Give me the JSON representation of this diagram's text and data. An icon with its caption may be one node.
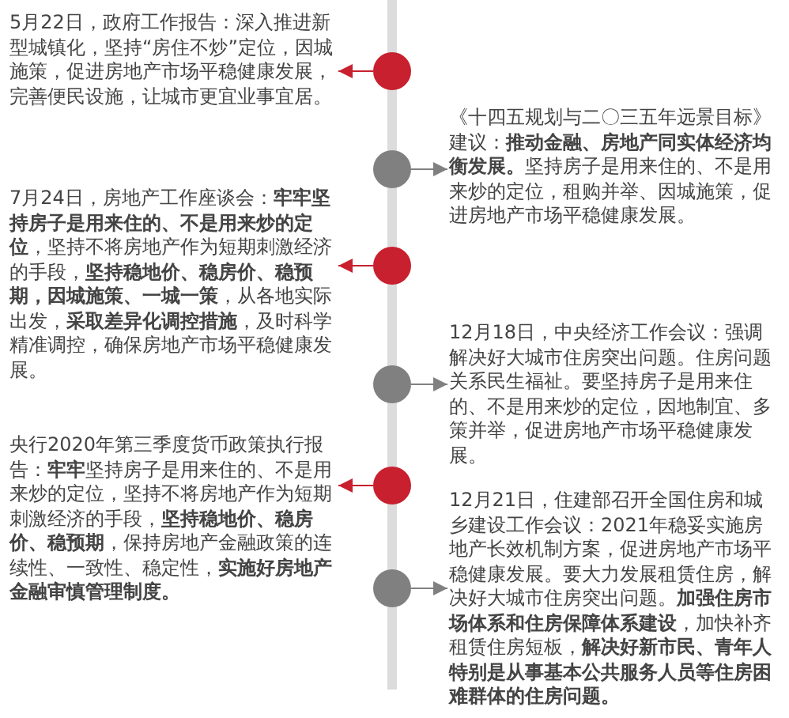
{
  "diagram": {
    "nodes": [
      {
        "text": [
          "5月22日，政府工作报告：深入推进新型城镇化，坚持“房住不炒”定位，因城施策，促进房地产市场平稳健康发展，完善便民设施，让城市更宜业事宜居。"
        ]
      },
      {
        "text": [
          "《十四五规划与二〇三五年远景目标》建议：**推动金融、房地产同实体经济均衡发展。**坚持房子是用来住的、不是用来炒的定位，租购并举、因城施策，促进房地产市场平稳健康发展。"
        ]
      },
      {
        "text": [
          "7月24日，房地产工作座谈会：**牢牢坚持房子是用来住的、不是用来炒的定位**，坚持不将房地产作为短期刺激经济的手段，**坚持稳地价、稳房价、稳预期，因城施策、一城一策**，从各地实际出发，**采取差异化调控措施**，及时科学精准调控，确保房地产市场平稳健康发展。"
        ]
      },
      {
        "text": [
          "12月18日，中央经济工作会议：强调解决好大城市住房突出问题。住房问题关系民生福祉。要坚持房子是用来住的、不是用来炒的定位，因地制宜、多策并举，促进房地产市场平稳健康发展。"
        ]
      },
      {
        "text": [
          "央行2020年第三季度货币政策执行报告：**牢牢**坚持房子是用来住的、不是用来炒的定位，坚持不将房地产作为短期刺激经济的手段，**坚持稳地价、稳房价、稳预期**，保持房地产金融政策的连续性、一致性、稳定性，**实施好房地产金融审慎管理制度。**"
        ]
      },
      {
        "text": [
          "12月21日，住建部召开全国住房和城乡建设工作会议：2021年稳妥实施房地产长效机制方案，促进房地产市场平稳健康发展。要大力发展租赁住房，解决好大城市住房突出问题。**加强住房市场体系和住房保障体系建设**，加快补齐租赁住房短板，**解决好新市民、青年人特别是从事基本公共服务人员等住房困难群体的住房问题。**"
        ]
      },
      {
        "text": [],
        "shape": "circle"
      },
      {
        "text": [],
        "shape": "circle"
      },
      {
        "text": [],
        "shape": "circle"
      },
      {
        "text": [],
        "shape": "circle"
      },
      {
        "text": [],
        "shape": "circle"
      },
      {
        "text": [],
        "shape": "circle"
      }
    ],
    "edges": [
      {
        "from": 6,
        "to": 0,
        "arrow": "to",
        "color": "#c8202f"
      },
      {
        "from": 7,
        "to": 1,
        "arrow": "to",
        "color": "#808080"
      },
      {
        "from": 8,
        "to": 2,
        "arrow": "to",
        "color": "#c8202f"
      },
      {
        "from": 9,
        "to": 3,
        "arrow": "to",
        "color": "#808080"
      },
      {
        "from": 10,
        "to": 4,
        "arrow": "to",
        "color": "#c8202f"
      },
      {
        "from": 11,
        "to": 5,
        "arrow": "to",
        "color": "#808080"
      }
    ]
  }
}
